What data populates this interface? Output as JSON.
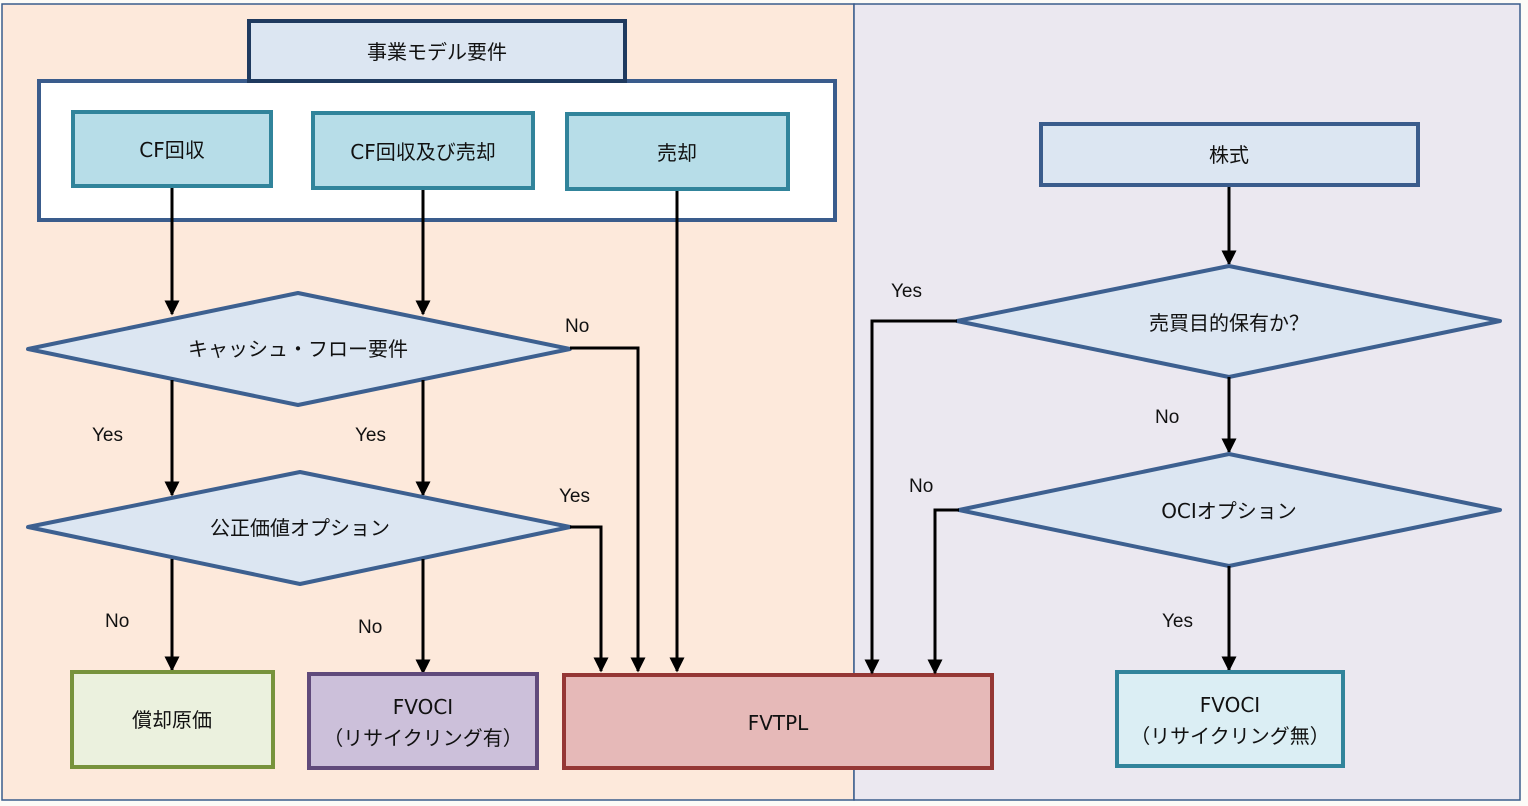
{
  "colors": {
    "left_panel_bg": "#fde9db",
    "right_panel_bg": "#ebe8f0",
    "panel_border": "#3a5c8c",
    "node_blue_fill": "#dce6f2",
    "node_blue_border": "#2f4d76",
    "node_teal_fill": "#b7dde8",
    "node_teal_border": "#31849b",
    "diamond_fill": "#dce6f2",
    "diamond_border": "#3d6090",
    "amortized_fill": "#ebf1de",
    "amortized_border": "#77933c",
    "fvoci_rec_fill": "#ccc0da",
    "fvoci_rec_border": "#604a7b",
    "fvtpl_fill": "#e6b9b8",
    "fvtpl_border": "#953735",
    "fvoci_norec_fill": "#dbeef4",
    "fvoci_norec_border": "#31849b"
  },
  "left": {
    "business_model": "事業モデル要件",
    "models": [
      "CF回収",
      "CF回収及び売却",
      "売却"
    ],
    "cf_test": "キャッシュ・フロー要件",
    "fv_option": "公正価値オプション",
    "edges": {
      "cf_yes_1": "Yes",
      "cf_yes_2": "Yes",
      "cf_no": "No",
      "fvo_yes": "Yes",
      "fvo_no_1": "No",
      "fvo_no_2": "No"
    },
    "amortized_cost": "償却原価",
    "fvoci_recycling": [
      "FVOCI",
      "（リサイクリング有）"
    ]
  },
  "center": {
    "fvtpl": "FVTPL"
  },
  "right": {
    "equity": "株式",
    "trading_test": "売買目的保有か？",
    "oci_option": "OCIオプション",
    "edges": {
      "trading_yes": "Yes",
      "trading_no": "No",
      "oci_no": "No",
      "oci_yes": "Yes"
    },
    "fvoci_no_recycling": [
      "FVOCI",
      "（リサイクリング無）"
    ]
  }
}
